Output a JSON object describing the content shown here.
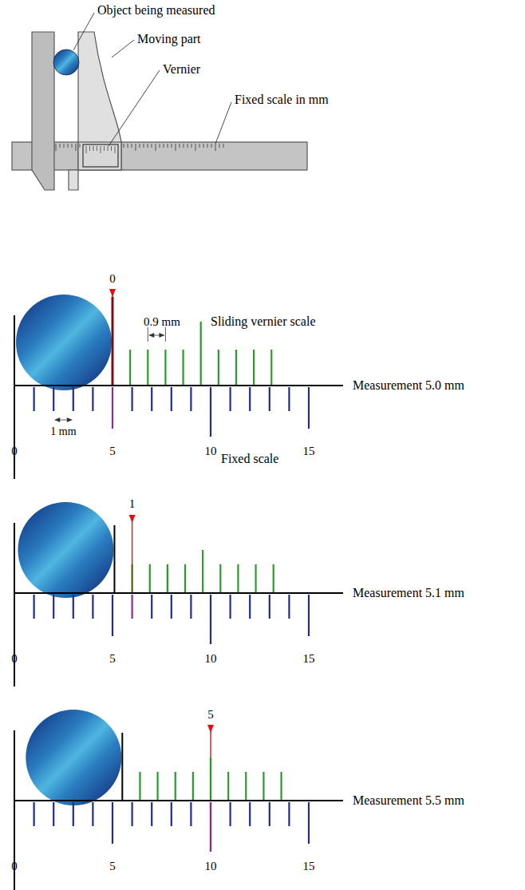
{
  "diagram": {
    "labels": [
      "Object being measured",
      "Moving part",
      "Vernier",
      "Fixed scale in mm",
      "0",
      "0.9 mm",
      "Sliding vernier scale",
      "Measurement 5.0 mm",
      "1 mm",
      "0",
      "5",
      "10",
      "15",
      "Fixed scale",
      "1",
      "Measurement 5.1 mm",
      "0",
      "5",
      "10",
      "15",
      "5",
      "Measurement 5.5 mm",
      "0",
      "5",
      "10",
      "15"
    ]
  }
}
